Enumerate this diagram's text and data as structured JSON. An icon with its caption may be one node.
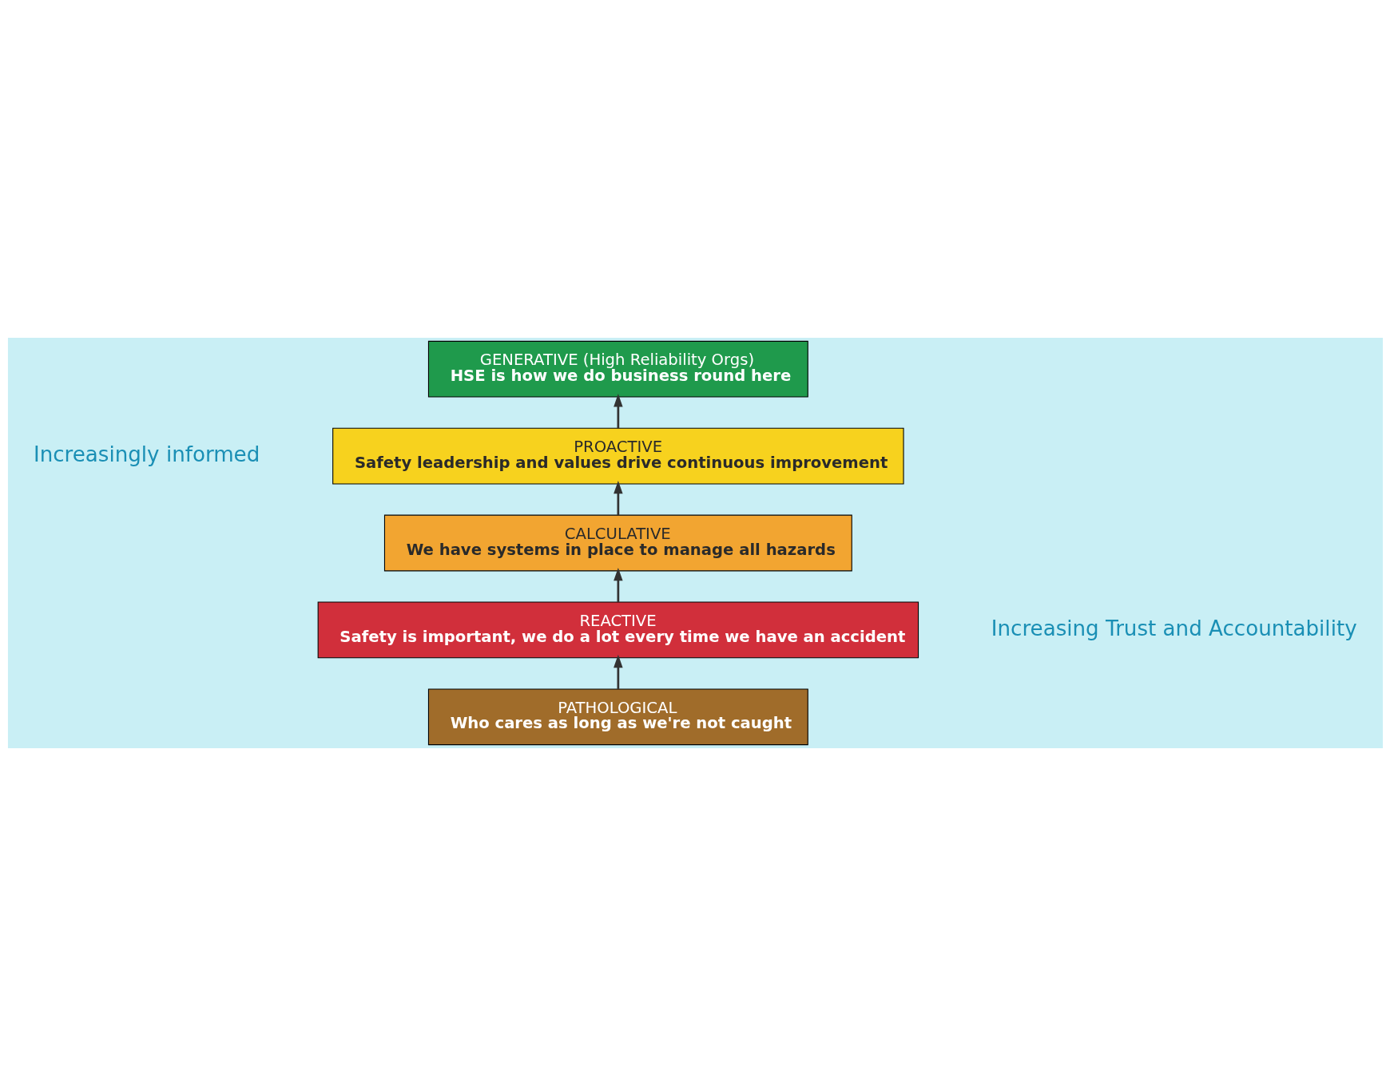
{
  "diagram": {
    "nodes": [
      {
        "text": [
          "GENERATIVE (High Reliability Orgs)",
          "HSE is how we do business round here"
        ]
      },
      {
        "text": [
          "PROACTIVE",
          "Safety leadership and values drive continuous improvement"
        ]
      },
      {
        "text": [
          "CALCULATIVE",
          "We have systems in place to manage all hazards"
        ]
      },
      {
        "text": [
          "REACTIVE",
          "Safety is important, we do a lot every time we have an accident"
        ]
      },
      {
        "text": [
          "PATHOLOGICAL",
          "Who cares as long as we're not caught"
        ]
      }
    ],
    "edges": [
      {
        "from": 4,
        "to": 3,
        "arrow": "to"
      },
      {
        "from": 3,
        "to": 2,
        "arrow": "to"
      },
      {
        "from": 2,
        "to": 1,
        "arrow": "to"
      },
      {
        "from": 1,
        "to": 0,
        "arrow": "to"
      }
    ],
    "labels": [
      "Increasingly informed",
      "Increasing Trust and Accountability"
    ]
  }
}
